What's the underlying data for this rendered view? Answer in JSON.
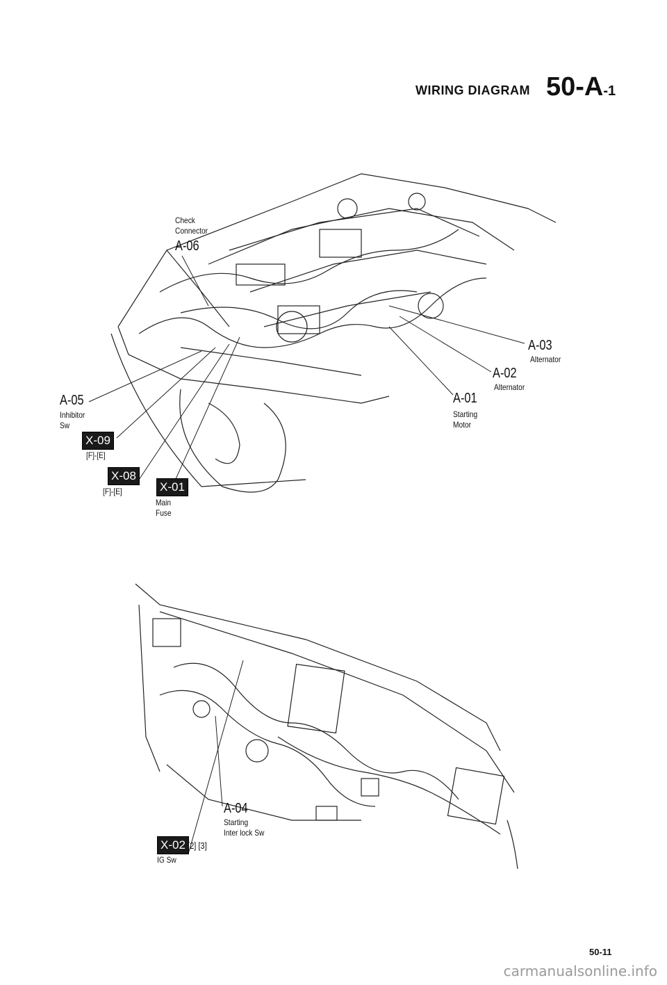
{
  "header": {
    "title": "WIRING DIAGRAM",
    "code": "50-A",
    "code_sub": "-1"
  },
  "engine_view": {
    "labels": {
      "a06": {
        "code": "A-06",
        "name_line1": "Check",
        "name_line2": "Connector"
      },
      "a05": {
        "code": "A-05",
        "name_line1": "Inhibitor",
        "name_line2": "Sw"
      },
      "a03": {
        "code": "A-03",
        "name": "Alternator"
      },
      "a02": {
        "code": "A-02",
        "name": "Alternator"
      },
      "a01": {
        "code": "A-01",
        "name_line1": "Starting",
        "name_line2": "Motor"
      },
      "x09": {
        "code": "X-09",
        "grid": "[F]-[E]"
      },
      "x08": {
        "code": "X-08",
        "grid": "[F]-[E]"
      },
      "x01": {
        "code": "X-01",
        "name_line1": "Main",
        "name_line2": "Fuse"
      }
    }
  },
  "dash_view": {
    "labels": {
      "a04": {
        "code": "A-04",
        "name_line1": "Starting",
        "name_line2": "Inter lock Sw"
      },
      "x02": {
        "code": "X-02",
        "grid": "[2] [3]",
        "name": "IG Sw"
      }
    }
  },
  "footer": {
    "page_number": "50-11",
    "watermark": "carmanualsonline.info"
  }
}
